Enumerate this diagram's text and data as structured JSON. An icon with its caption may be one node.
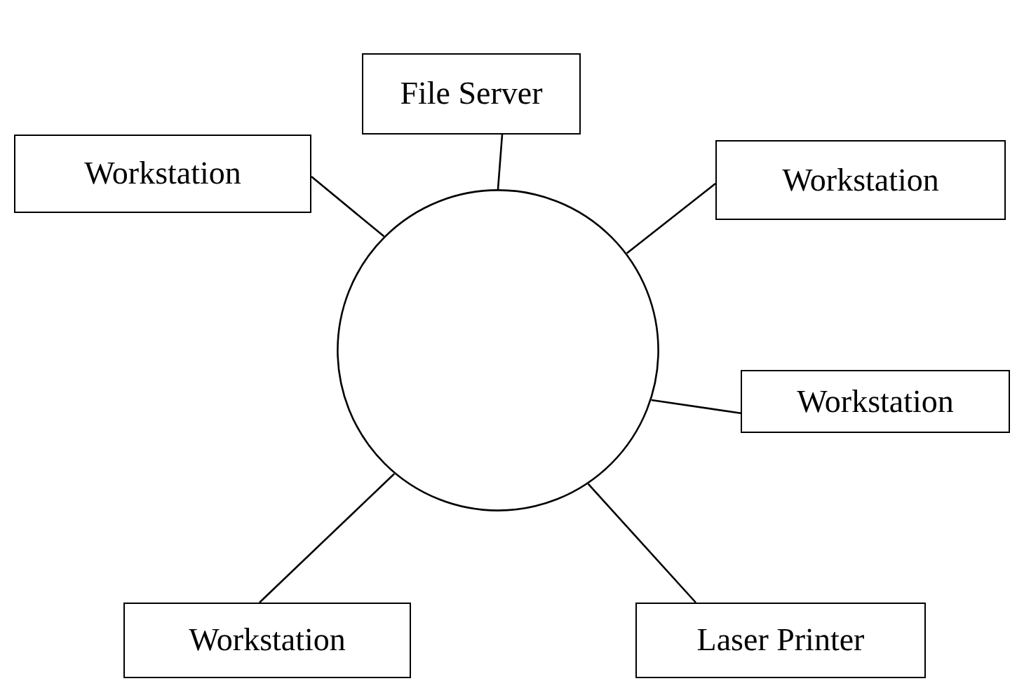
{
  "diagram": {
    "nodes": [
      {
        "text": [
          "File Server"
        ]
      },
      {
        "text": [
          "Workstation"
        ]
      },
      {
        "text": [
          "Workstation"
        ]
      },
      {
        "text": [],
        "shape": "circle"
      },
      {
        "text": [
          "Workstation"
        ]
      },
      {
        "text": [
          "Workstation"
        ]
      },
      {
        "text": [
          "Laser Printer"
        ]
      }
    ],
    "edges": [
      {
        "from": 3,
        "to": 0,
        "arrow": "none"
      },
      {
        "from": 3,
        "to": 1,
        "arrow": "none"
      },
      {
        "from": 3,
        "to": 2,
        "arrow": "none"
      },
      {
        "from": 3,
        "to": 4,
        "arrow": "none"
      },
      {
        "from": 3,
        "to": 5,
        "arrow": "none"
      },
      {
        "from": 3,
        "to": 6,
        "arrow": "none"
      }
    ]
  }
}
